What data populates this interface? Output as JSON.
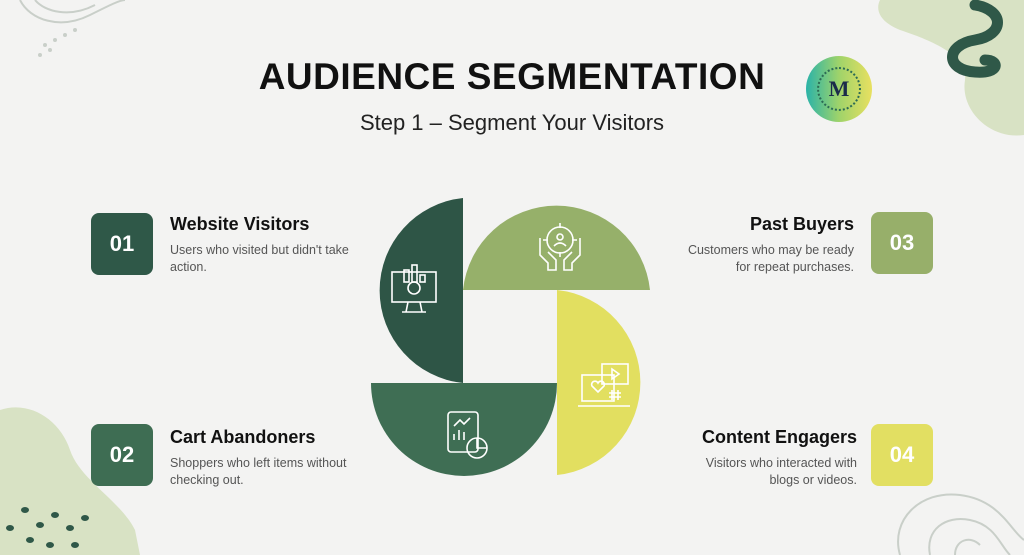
{
  "header": {
    "title": "AUDIENCE SEGMENTATION",
    "subtitle": "Step 1 – Segment Your Visitors"
  },
  "segments": [
    {
      "number": "01",
      "title": "Website Visitors",
      "description": "Users who visited but didn't take action.",
      "color": "#2f5848",
      "icon": "monitor-chart-gear-icon"
    },
    {
      "number": "02",
      "title": "Cart Abandoners",
      "description": "Shoppers who left items without checking out.",
      "color": "#3e6d53",
      "icon": "report-pie-chart-icon"
    },
    {
      "number": "03",
      "title": "Past Buyers",
      "description": "Customers who may be ready for repeat purchases.",
      "color": "#97af6a",
      "icon": "hands-target-user-icon"
    },
    {
      "number": "04",
      "title": "Content Engagers",
      "description": "Visitors who interacted with blogs or videos.",
      "color": "#e2df62",
      "icon": "laptop-social-media-icon"
    }
  ]
}
